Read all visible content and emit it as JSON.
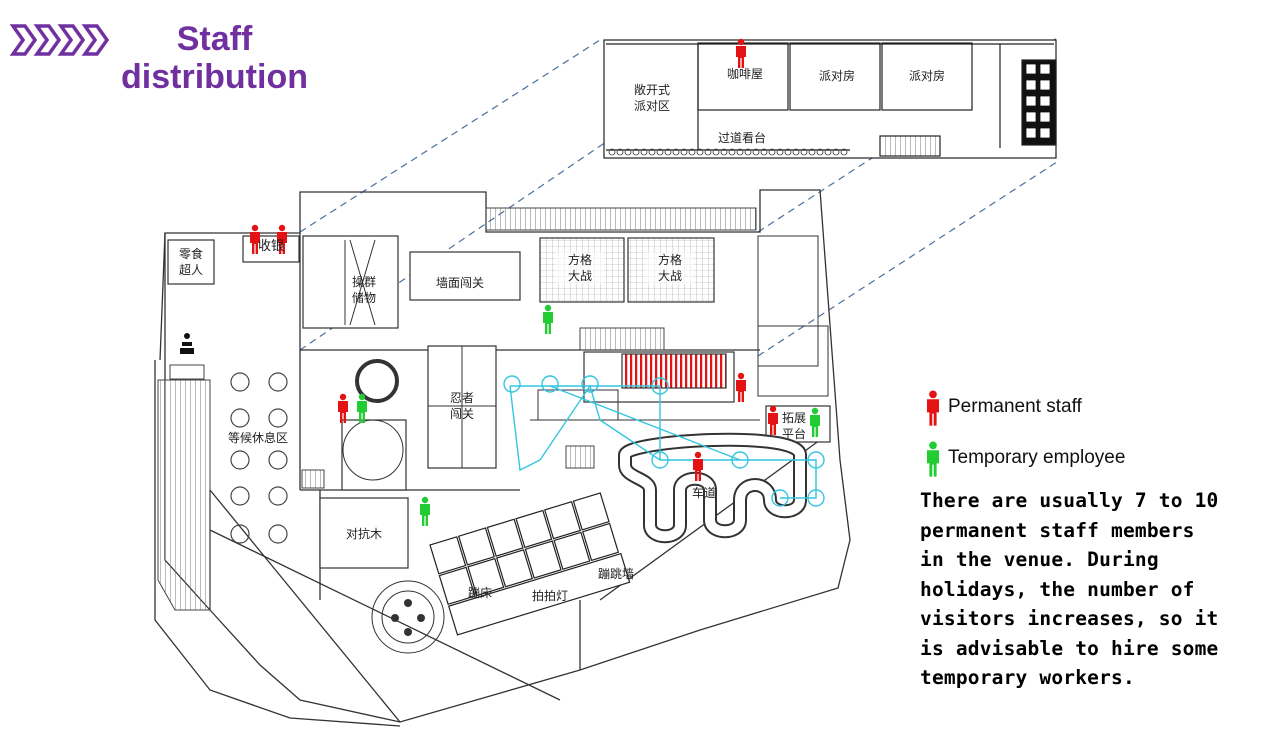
{
  "title": "Staff distribution",
  "legend": {
    "permanent": "Permanent staff",
    "temporary": "Temporary employee"
  },
  "note": "There are usually 7 to 10 permanent staff members in the venue. During holidays, the number of visitors increases, so it is advisable to hire some temporary workers.",
  "colors": {
    "accent": "#7030a0",
    "permanent": "#e41212",
    "temporary": "#22cc33",
    "track": "#34c6e0"
  },
  "upper_floor": {
    "open_party": "敞开式\n派对区",
    "cafe": "咖啡屋",
    "party_room_1": "派对房",
    "party_room_2": "派对房",
    "stand": "过道看台"
  },
  "lower_floor": {
    "cashier": "收银",
    "snack": "零食\n超人",
    "stack": "操群\n储物",
    "wall": "墙面闯关",
    "grid_1": "方格\n大战",
    "grid_2": "方格\n大战",
    "ninja": "忍者\n闯关",
    "lounge": "等候休息区",
    "duel": "对抗木",
    "track": "车道",
    "platform": "拓展\n平台",
    "trampoline": "蹦床",
    "light": "拍拍灯",
    "wall_jump": "蹦跳墙"
  }
}
